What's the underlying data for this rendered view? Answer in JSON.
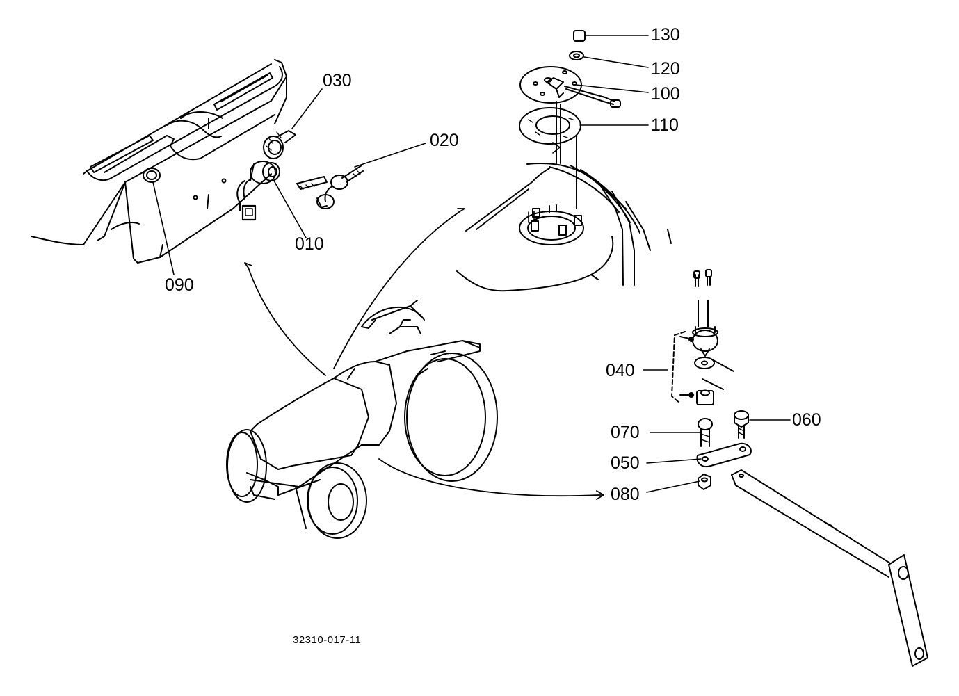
{
  "diagram": {
    "drawing_number": "32310-017-11",
    "callouts": [
      {
        "id": "c130",
        "label": "130"
      },
      {
        "id": "c120",
        "label": "120"
      },
      {
        "id": "c100",
        "label": "100"
      },
      {
        "id": "c110",
        "label": "110"
      },
      {
        "id": "c030",
        "label": "030"
      },
      {
        "id": "c020",
        "label": "020"
      },
      {
        "id": "c010",
        "label": "010"
      },
      {
        "id": "c090",
        "label": "090"
      },
      {
        "id": "c040",
        "label": "040"
      },
      {
        "id": "c060",
        "label": "060"
      },
      {
        "id": "c070",
        "label": "070"
      },
      {
        "id": "c050",
        "label": "050"
      },
      {
        "id": "c080",
        "label": "080"
      }
    ]
  },
  "colors": {
    "line": "#000000",
    "background": "#ffffff"
  }
}
